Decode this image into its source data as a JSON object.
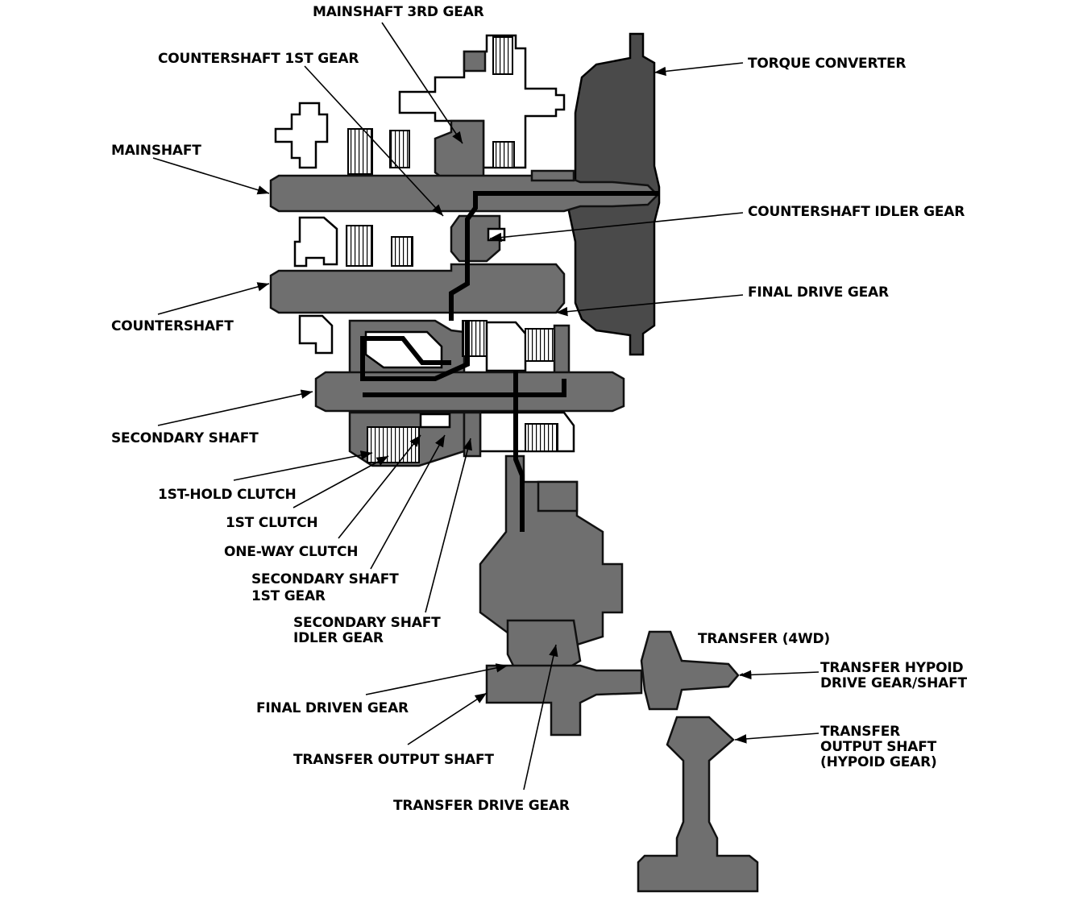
{
  "labels": {
    "mainshaft_3rd_gear": "MAINSHAFT 3RD GEAR",
    "countershaft_1st_gear": "COUNTERSHAFT 1ST GEAR",
    "torque_converter": "TORQUE CONVERTER",
    "mainshaft": "MAINSHAFT",
    "countershaft_idler_gear": "COUNTERSHAFT IDLER GEAR",
    "final_drive_gear": "FINAL DRIVE GEAR",
    "countershaft": "COUNTERSHAFT",
    "secondary_shaft": "SECONDARY SHAFT",
    "first_hold_clutch": "1ST-HOLD CLUTCH",
    "first_clutch": "1ST CLUTCH",
    "one_way_clutch": "ONE-WAY CLUTCH",
    "secondary_shaft_1st_gear_line1": "SECONDARY SHAFT",
    "secondary_shaft_1st_gear_line2": "1ST GEAR",
    "secondary_shaft_idler_gear_line1": "SECONDARY SHAFT",
    "secondary_shaft_idler_gear_line2": "IDLER GEAR",
    "transfer_4wd": "TRANSFER (4WD)",
    "transfer_hypoid_line1": "TRANSFER HYPOID",
    "transfer_hypoid_line2": "DRIVE GEAR/SHAFT",
    "final_driven_gear": "FINAL DRIVEN GEAR",
    "transfer_output_line1": "TRANSFER",
    "transfer_output_line2": "OUTPUT SHAFT",
    "transfer_output_line3": "(HYPOID GEAR)",
    "transfer_output_shaft": "TRANSFER OUTPUT SHAFT",
    "transfer_drive_gear": "TRANSFER DRIVE GEAR"
  }
}
